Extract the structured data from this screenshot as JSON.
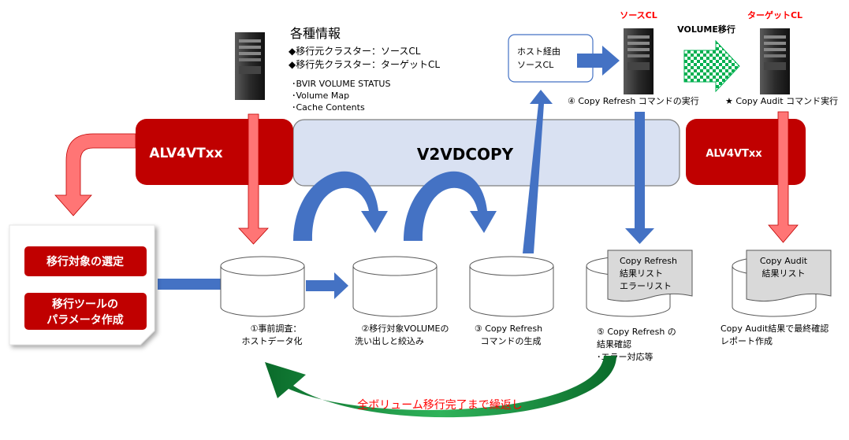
{
  "info": {
    "title": "各種情報",
    "line1": "◆移行元クラスター：ソースCL",
    "line2": "◆移行先クラスター：ターゲットCL",
    "item1": "･BVIR  VOLUME  STATUS",
    "item2": "･Volume  Map",
    "item3": "･Cache Contents"
  },
  "source_label": "ソースCL",
  "target_label": "ターゲットCL",
  "volume_migration_label": "VOLUME移行",
  "host_box": {
    "line1": "ホスト経由",
    "line2": "ソースCL"
  },
  "step4_label": "④ Copy Refresh コマンドの実行",
  "audit_label": "★ Copy Audit コマンド実行",
  "left_bar": "ALV4VTxx",
  "center_bar": "V2VDCOPY",
  "right_bar": "ALV4VTxx",
  "panel": {
    "btn1": "移行対象の選定",
    "btn2_line1": "移行ツールの",
    "btn2_line2": "パラメータ作成"
  },
  "cyl1": {
    "line1": "①事前調査：",
    "line2": "ホストデータ化"
  },
  "cyl2": {
    "line1": "②移行対象VOLUMEの",
    "line2": "洗い出しと絞込み"
  },
  "cyl3": {
    "line1": "③ Copy Refresh",
    "line2": "コマンドの生成"
  },
  "cyl4": {
    "line1": "⑤ Copy Refresh の",
    "line2": "結果確認",
    "line3": "･エラー対応等"
  },
  "cyl5": {
    "line1": "Copy Audit結果で最終確認",
    "line2": "レポート作成"
  },
  "doc1": {
    "line1": "Copy Refresh",
    "line2": "結果リスト",
    "line3": "エラーリスト"
  },
  "doc2": {
    "line1": "Copy Audit",
    "line2": "結果リスト"
  },
  "loop_label": "全ボリューム移行完了まで繰返し",
  "colors": {
    "red": "#c00000",
    "blue": "#4472c4",
    "lightblue": "#d9e1f2",
    "pink": "#ff7575",
    "green": "#1e9e4e",
    "redtext": "#ff0000"
  }
}
